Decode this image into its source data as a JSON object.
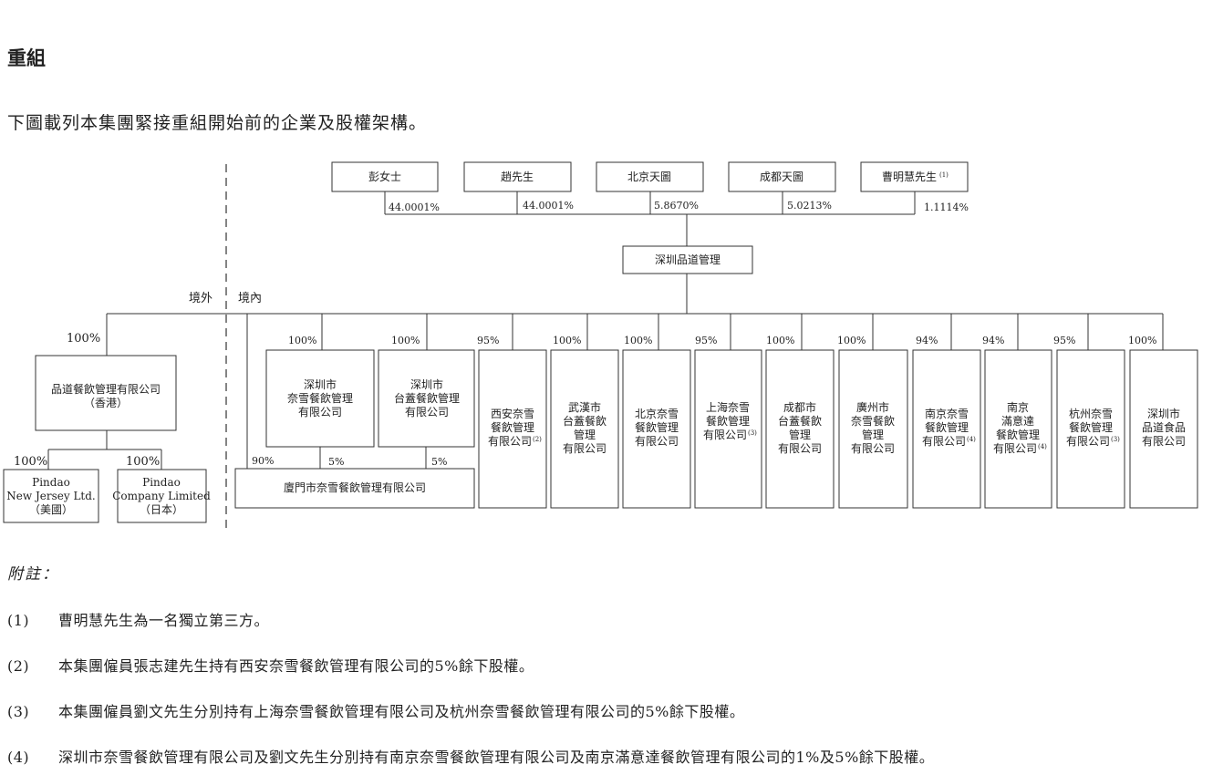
{
  "heading": "重組",
  "intro": "下圖載列本集團緊接重組開始前的企業及股權架構。",
  "diagram": {
    "label_offshore": "境外",
    "label_onshore": "境內",
    "shareholders": [
      {
        "name": "彭女士",
        "pct": "44.0001%"
      },
      {
        "name": "趙先生",
        "pct": "44.0001%"
      },
      {
        "name": "北京天圖",
        "pct": "5.8670%"
      },
      {
        "name": "成都天圖",
        "pct": "5.0213%"
      },
      {
        "name": "曹明慧先生",
        "note": "(1)",
        "pct": "1.1114%"
      }
    ],
    "parent": "深圳品道管理",
    "hk": {
      "name_lines": [
        "品道餐飲管理有限公司",
        "（香港）"
      ],
      "pct": "100%"
    },
    "hk_subs": [
      {
        "name_lines": [
          "Pindao",
          "New Jersey Ltd.",
          "（美國）"
        ],
        "pct": "100%"
      },
      {
        "name_lines": [
          "Pindao",
          "Company Limited",
          "（日本）"
        ],
        "pct": "100%"
      }
    ],
    "sz_nayuki": {
      "name_lines": [
        "深圳市",
        "奈雪餐飲管理",
        "有限公司"
      ],
      "pct": "100%"
    },
    "sz_taigai": {
      "name_lines": [
        "深圳市",
        "台蓋餐飲管理",
        "有限公司"
      ],
      "pct": "100%"
    },
    "xiamen": {
      "name": "廈門市奈雪餐飲管理有限公司",
      "pct_parent": "90%",
      "pct_a": "5%",
      "pct_b": "5%"
    },
    "subs": [
      {
        "name_lines": [
          "西安奈雪",
          "餐飲管理",
          "有限公司"
        ],
        "note": "(2)",
        "pct": "95%"
      },
      {
        "name_lines": [
          "武漢市",
          "台蓋餐飲",
          "管理",
          "有限公司"
        ],
        "pct": "100%"
      },
      {
        "name_lines": [
          "北京奈雪",
          "餐飲管理",
          "有限公司"
        ],
        "pct": "100%"
      },
      {
        "name_lines": [
          "上海奈雪",
          "餐飲管理",
          "有限公司"
        ],
        "note": "(3)",
        "pct": "95%"
      },
      {
        "name_lines": [
          "成都市",
          "台蓋餐飲",
          "管理",
          "有限公司"
        ],
        "pct": "100%"
      },
      {
        "name_lines": [
          "廣州市",
          "奈雪餐飲",
          "管理",
          "有限公司"
        ],
        "pct": "100%"
      },
      {
        "name_lines": [
          "南京奈雪",
          "餐飲管理",
          "有限公司"
        ],
        "note": "(4)",
        "pct": "94%"
      },
      {
        "name_lines": [
          "南京",
          "滿意達",
          "餐飲管理",
          "有限公司"
        ],
        "note": "(4)",
        "pct": "94%"
      },
      {
        "name_lines": [
          "杭州奈雪",
          "餐飲管理",
          "有限公司"
        ],
        "note": "(3)",
        "pct": "95%"
      },
      {
        "name_lines": [
          "深圳市",
          "品道食品",
          "有限公司"
        ],
        "pct": "100%"
      }
    ]
  },
  "notes": {
    "title": "附註：",
    "items": [
      {
        "num": "(1)",
        "text": "曹明慧先生為一名獨立第三方。"
      },
      {
        "num": "(2)",
        "text": "本集團僱員張志建先生持有西安奈雪餐飲管理有限公司的5%餘下股權。"
      },
      {
        "num": "(3)",
        "text": "本集團僱員劉文先生分別持有上海奈雪餐飲管理有限公司及杭州奈雪餐飲管理有限公司的5%餘下股權。"
      },
      {
        "num": "(4)",
        "text": "深圳市奈雪餐飲管理有限公司及劉文先生分別持有南京奈雪餐飲管理有限公司及南京滿意達餐飲管理有限公司的1%及5%餘下股權。"
      }
    ]
  }
}
